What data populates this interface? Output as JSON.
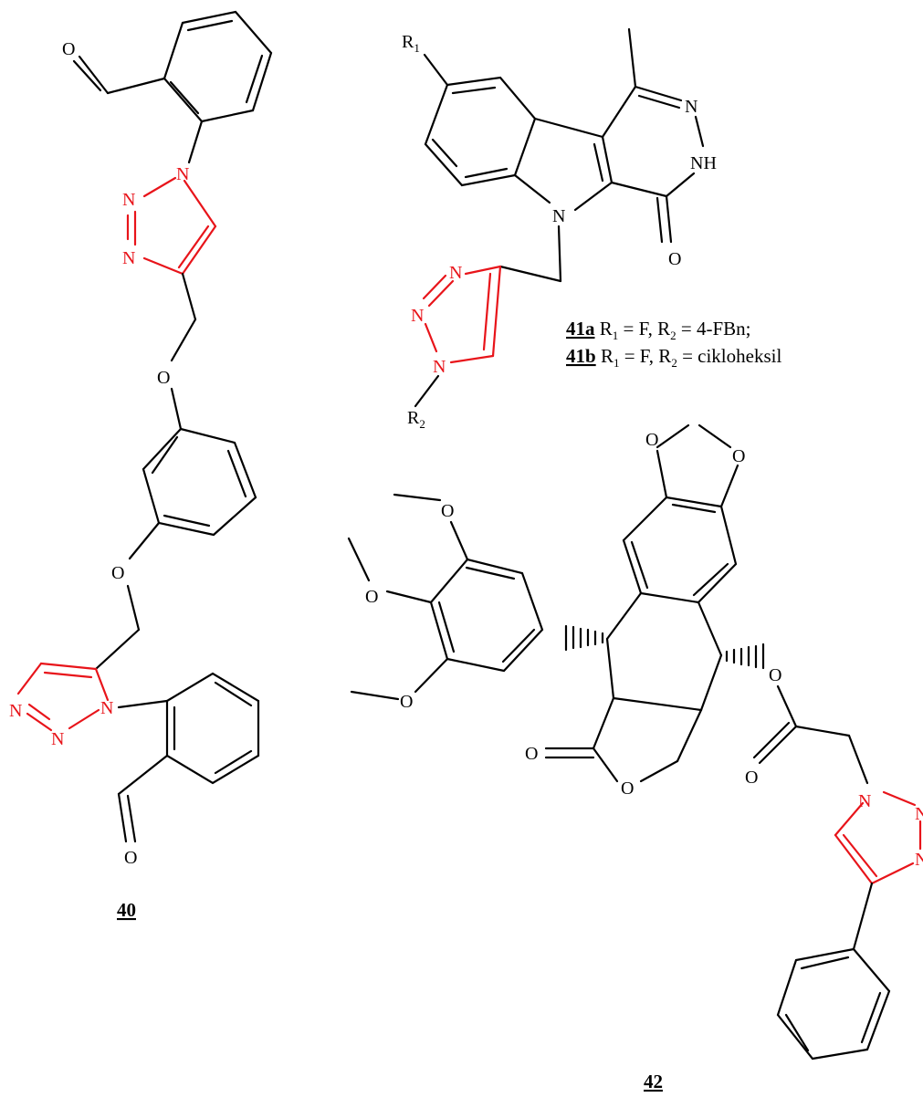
{
  "compound_40": {
    "label": "40",
    "atoms": {
      "o_top": "O",
      "n1": "N",
      "n2": "N",
      "n3": "N",
      "o_ether1": "O",
      "o_ether2": "O",
      "n4": "N",
      "n5": "N",
      "n6": "N",
      "o_bottom": "O"
    }
  },
  "compound_41": {
    "r1": "R",
    "r1_sub": "1",
    "r2": "R",
    "r2_sub": "2",
    "atoms": {
      "n_pyr1": "N",
      "nh": "NH",
      "n_indole": "N",
      "o_carbonyl": "O",
      "n_tz1": "N",
      "n_tz2": "N",
      "n_tz3": "N"
    },
    "legend": [
      {
        "id": "41a",
        "r1_text": "R",
        "r1_sub": "1",
        "r1_val": " = F,  ",
        "r2_text": "R",
        "r2_sub": "2",
        "r2_val": " = 4-FBn;"
      },
      {
        "id": "41b",
        "r1_text": "R",
        "r1_sub": "1",
        "r1_val": " = F,  ",
        "r2_text": "R",
        "r2_sub": "2",
        "r2_val": " = cikloheksil"
      }
    ]
  },
  "compound_42": {
    "label": "42",
    "atoms": {
      "o_dioxole1": "O",
      "o_dioxole2": "O",
      "o_meo1": "O",
      "o_meo2": "O",
      "o_meo3": "O",
      "o_ester": "O",
      "o_ketone": "O",
      "o_lactone_c": "O",
      "o_lactone": "O",
      "n_tz1": "N",
      "n_tz2": "N",
      "n_tz3": "N"
    }
  },
  "colors": {
    "triazole": "#e8141a",
    "bonds": "#000000",
    "background": "#ffffff"
  }
}
